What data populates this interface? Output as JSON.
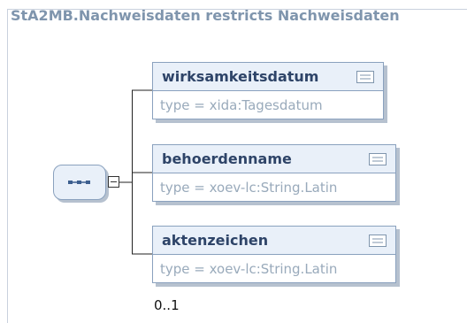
{
  "diagram": {
    "title": "StA2MB.Nachweisdaten restricts Nachweisdaten",
    "compositor": {
      "kind": "sequence",
      "icon": "sequence-icon"
    },
    "elements": [
      {
        "name": "wirksamkeitsdatum",
        "type": "type = xida:Tagesdatum"
      },
      {
        "name": "behoerdenname",
        "type": "type = xoev-lc:String.Latin"
      },
      {
        "name": "aktenzeichen",
        "type": "type = xoev-lc:String.Latin",
        "multiplicity": "0..1"
      }
    ],
    "colors": {
      "title": "#7f95ad",
      "element_name": "#2e4468",
      "type_text": "#99aabb",
      "box_border": "#8aa1be",
      "header_fill": "#e9f0f9"
    }
  }
}
